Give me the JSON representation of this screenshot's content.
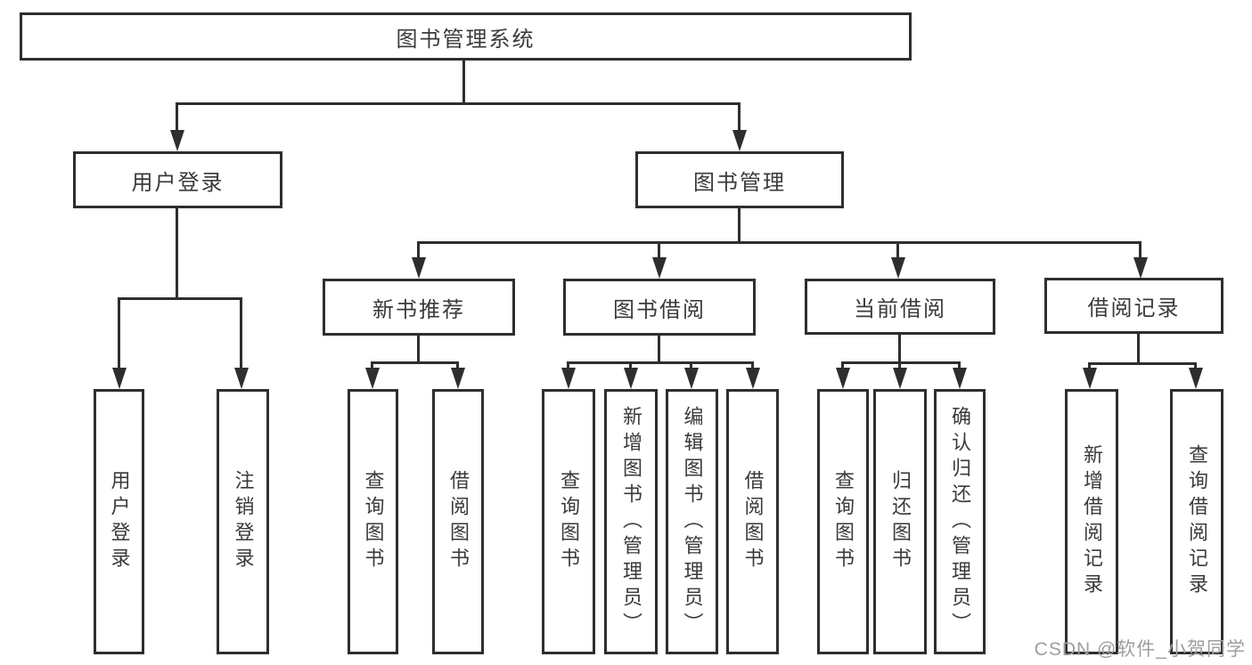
{
  "diagram": {
    "title": "图书管理系统",
    "root": {
      "label": "图书管理系统",
      "children": [
        {
          "label": "用户登录",
          "children": [
            {
              "label": "用户登录"
            },
            {
              "label": "注销登录"
            }
          ]
        },
        {
          "label": "图书管理",
          "children": [
            {
              "label": "新书推荐",
              "children": [
                {
                  "label": "查询图书"
                },
                {
                  "label": "借阅图书"
                }
              ]
            },
            {
              "label": "图书借阅",
              "children": [
                {
                  "label": "查询图书"
                },
                {
                  "label": "新增图书（管理员）"
                },
                {
                  "label": "编辑图书（管理员）"
                },
                {
                  "label": "借阅图书"
                }
              ]
            },
            {
              "label": "当前借阅",
              "children": [
                {
                  "label": "查询图书"
                },
                {
                  "label": "归还图书"
                },
                {
                  "label": "确认归还（管理员）"
                }
              ]
            },
            {
              "label": "借阅记录",
              "children": [
                {
                  "label": "新增借阅记录"
                },
                {
                  "label": "查询借阅记录"
                }
              ]
            }
          ]
        }
      ]
    }
  },
  "watermark": {
    "text": "CSDN @软件_小贺同学"
  },
  "colors": {
    "line": "#2e2e2e",
    "text": "#3a3a3a",
    "watermark": "#9e9e9e",
    "background": "#ffffff"
  }
}
